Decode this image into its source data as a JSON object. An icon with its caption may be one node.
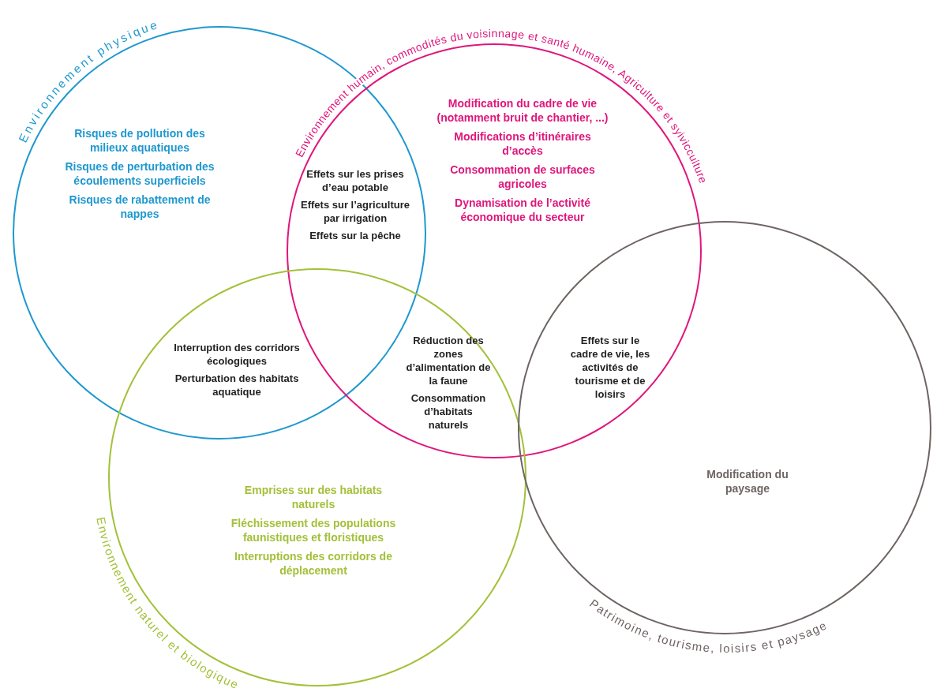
{
  "diagram": {
    "nodes": [
      {
        "text": [
          "Environnement physique",
          "Risques de pollution des milieux aquatiques",
          "Risques de perturbation des écoulements superficiels",
          "Risques de rabattement de nappes"
        ]
      },
      {
        "text": [
          "Environnement humain, commodités du voisinnage et santé humaine, Agriculture et sylvicculture",
          "Modification du cadre de vie (notamment bruit de chantier, ...)",
          "Modifications d’itinéraires d’accès",
          "Consommation de surfaces agricoles",
          "Dynamisation de l’activité économique du secteur"
        ]
      },
      {
        "text": [
          "Environnement naturel et biologique",
          "Emprises sur des habitats naturels",
          "Fléchissement des populations faunistiques et floristiques",
          "Interruptions des corridors de déplacement"
        ]
      },
      {
        "text": [
          "Modification du paysage",
          "Patrimoine, tourisme, loisirs et paysage"
        ]
      }
    ],
    "labels": [
      "Effets sur les prises d’eau potable",
      "Effets sur l’agriculture par irrigation",
      "Effets sur la pêche",
      "Interruption des corridors écologiques",
      "Perturbation des habitats aquatique",
      "Réduction des zones d’alimentation de la faune",
      "Consommation d’habitats naturels",
      "Effets sur le cadre de vie, les activités de tourisme et de loisirs"
    ]
  }
}
